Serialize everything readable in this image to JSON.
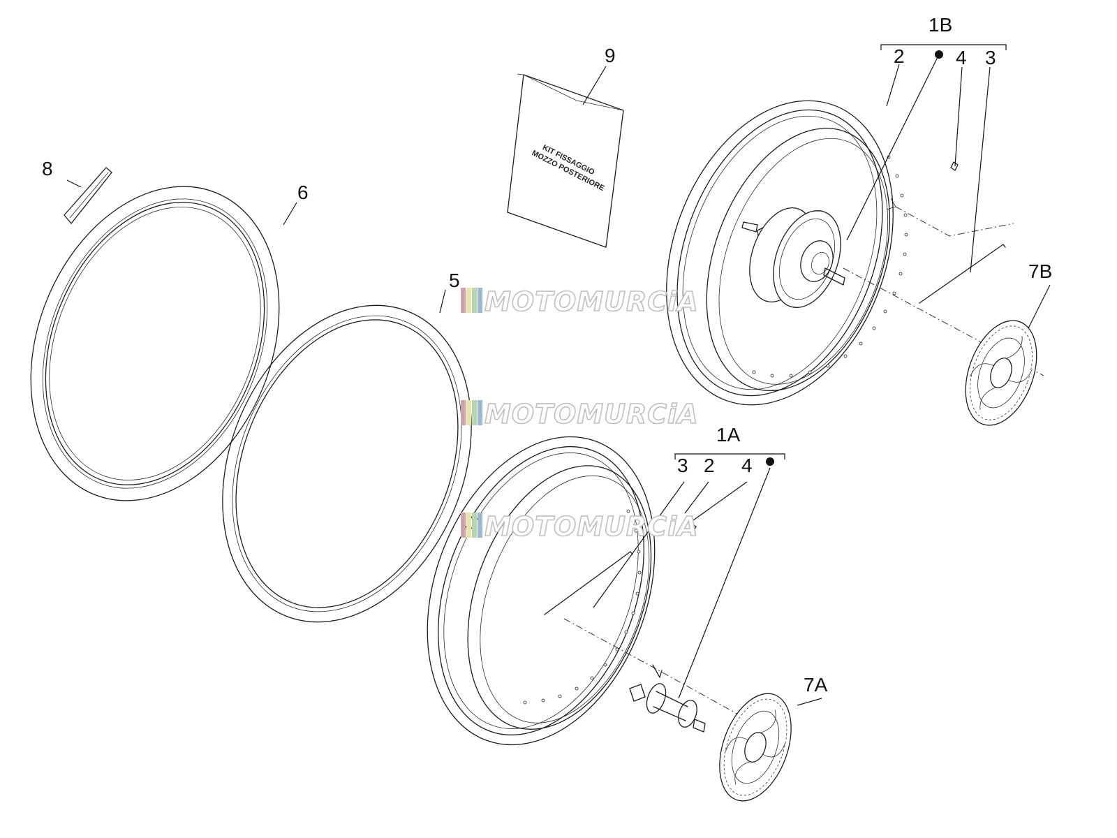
{
  "callouts": {
    "c1B": "1B",
    "c2top": "2",
    "c4top": "4",
    "c3top": "3",
    "c9": "9",
    "c8": "8",
    "c6": "6",
    "c5": "5",
    "c7B": "7B",
    "c1A": "1A",
    "c3bot": "3",
    "c2bot": "2",
    "c4bot": "4",
    "c7A": "7A"
  },
  "kit_label": {
    "line1": "KIT FISSAGGIO",
    "line2": "MOZZO POSTERIORE"
  },
  "watermark": {
    "text": "MOTOMURCiA",
    "stripe_colors": [
      "#c9a6ad",
      "#e9e2b3",
      "#b9d3b3",
      "#9fb8cf"
    ]
  }
}
